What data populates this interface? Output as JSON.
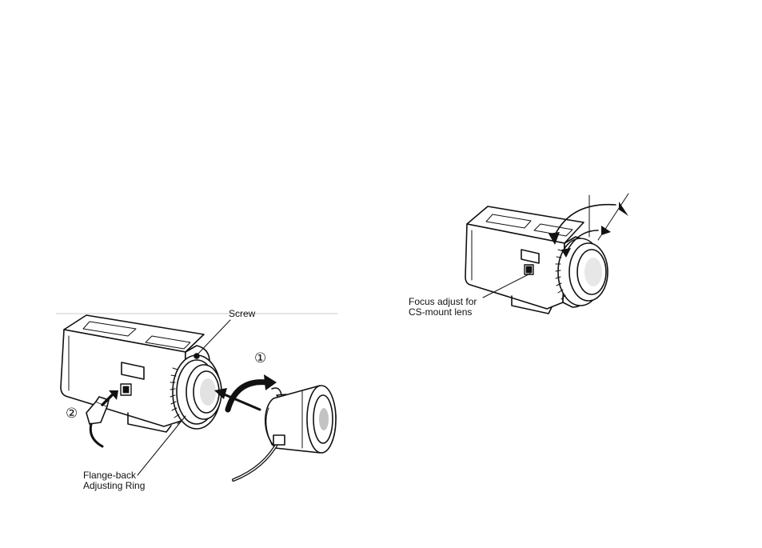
{
  "left_figure": {
    "screw_label": "Screw",
    "step_1": "①",
    "step_2": "②",
    "flange_label_line1": "Flange-back",
    "flange_label_line2": "Adjusting Ring"
  },
  "right_figure": {
    "focus_label_line1": "Focus adjust for",
    "focus_label_line2": "CS-mount lens"
  },
  "colors": {
    "ink": "#111111",
    "background": "#ffffff"
  }
}
